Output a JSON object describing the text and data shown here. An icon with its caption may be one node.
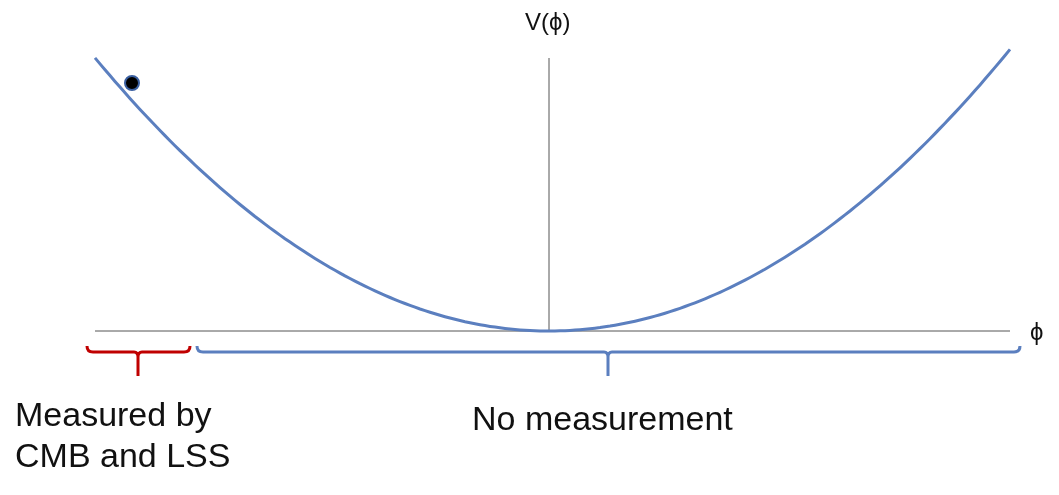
{
  "diagram": {
    "labels": [
      "V(ϕ)",
      "ϕ",
      "Measured by CMB and LSS",
      "No measurement"
    ]
  }
}
